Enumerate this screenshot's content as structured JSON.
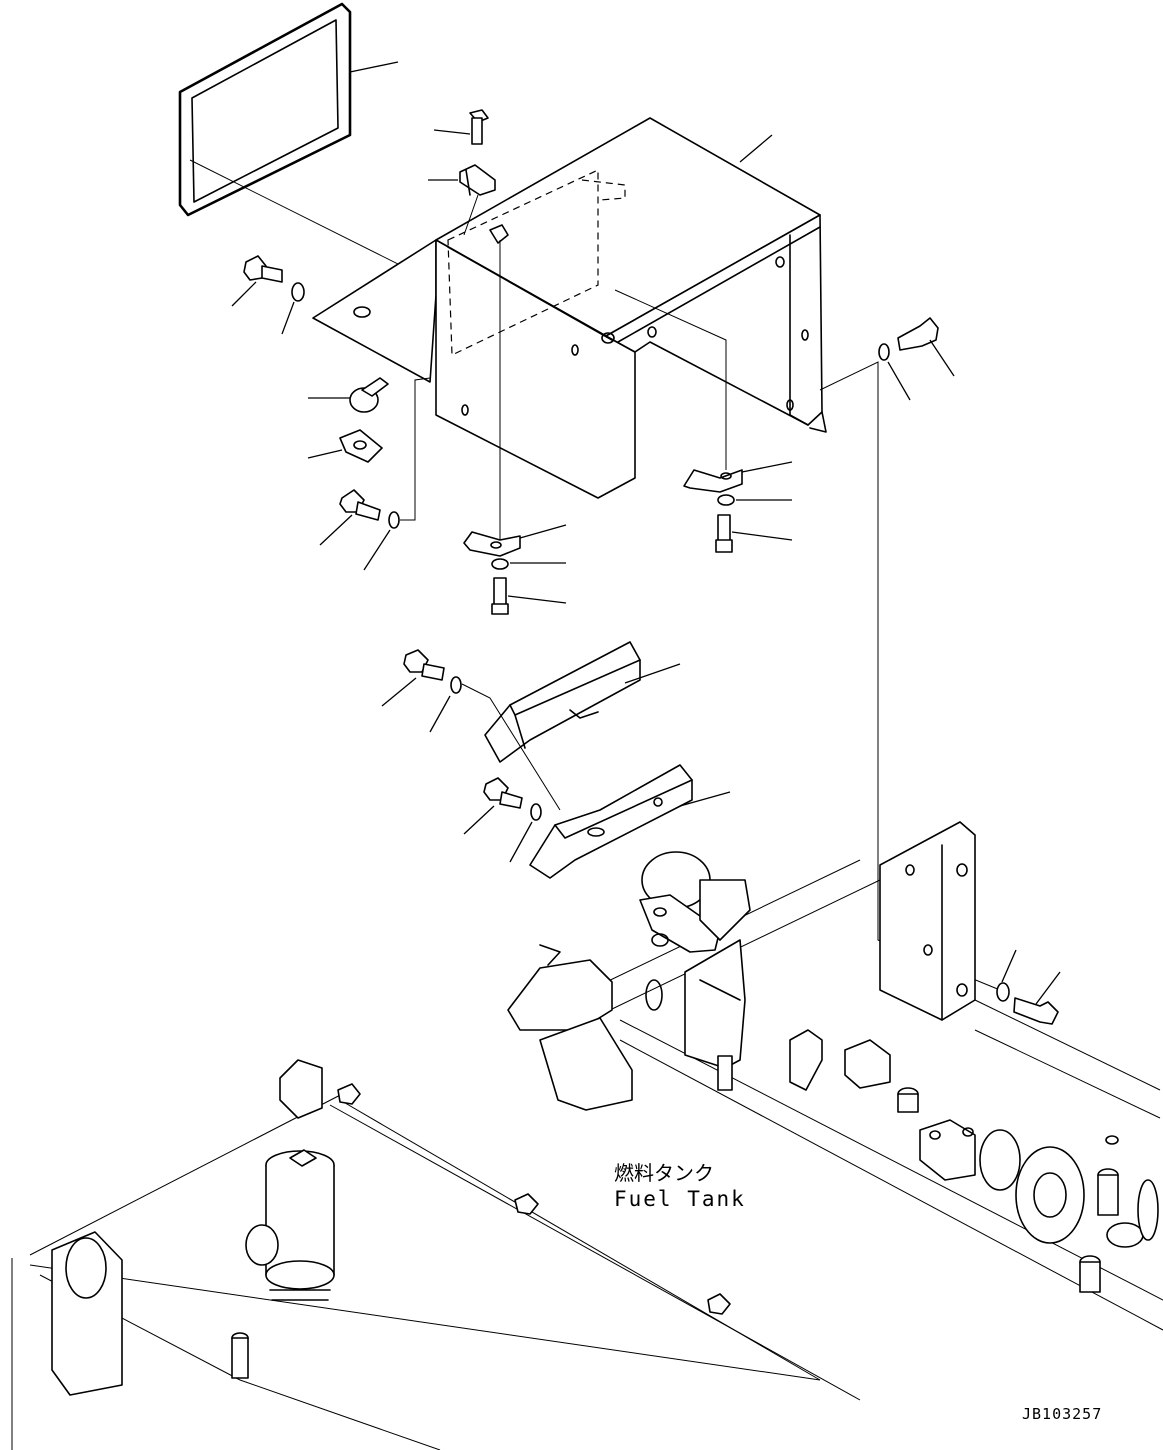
{
  "labels": {
    "fuel_tank_jp": "燃料タンク",
    "fuel_tank_en": "Fuel Tank",
    "drawing_id": "JB103257"
  }
}
